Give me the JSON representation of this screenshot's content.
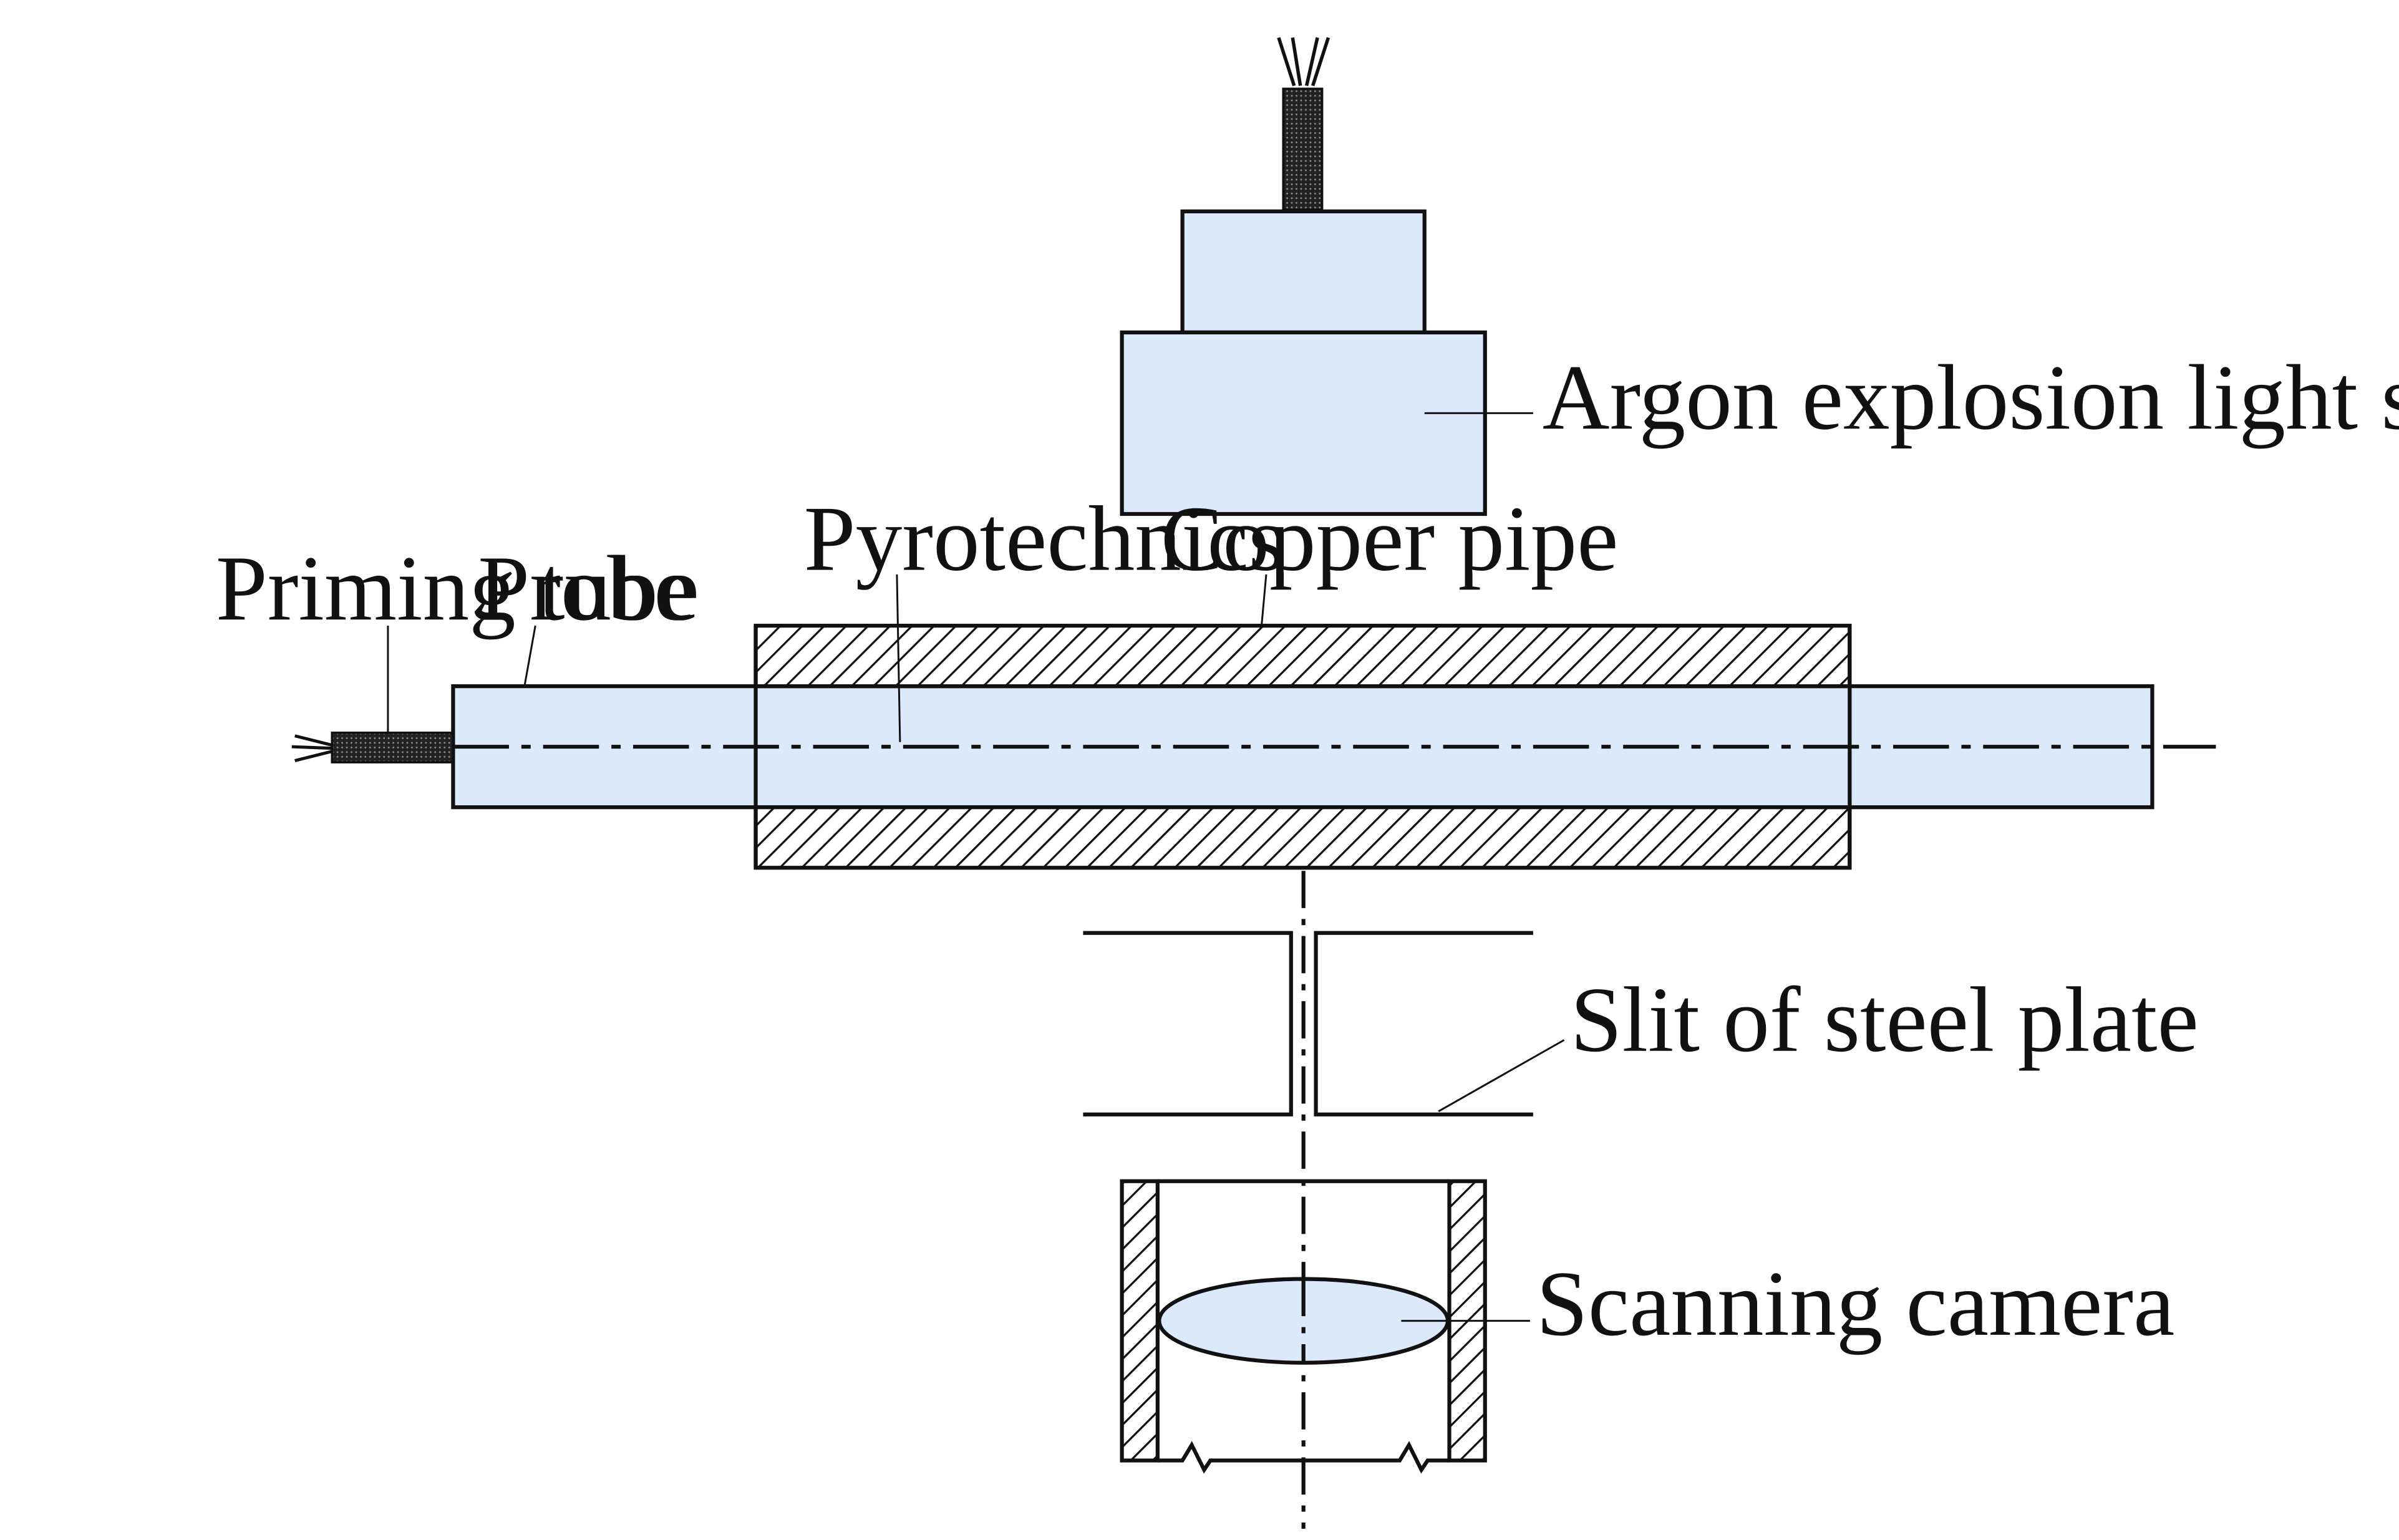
{
  "labels": {
    "argon_source": "Argon explosion light source",
    "pyrotechnics": "Pyrotechnics",
    "copper_pipe": "Copper pipe",
    "priming_tube": "Priming tube",
    "probe": "Probe",
    "slit": "Slit of steel plate",
    "camera": "Scanning camera"
  },
  "colors": {
    "fill": "#dbe9fb",
    "line": "#111111",
    "background": "#ffffff"
  }
}
